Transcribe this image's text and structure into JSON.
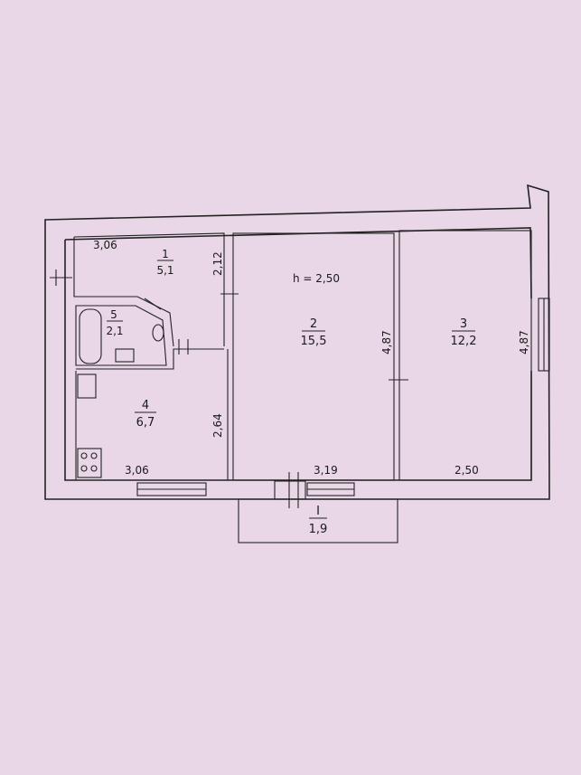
{
  "height_label": "h = 2,50",
  "rooms": [
    {
      "number": "1",
      "area": "5,1"
    },
    {
      "number": "2",
      "area": "15,5"
    },
    {
      "number": "3",
      "area": "12,2"
    },
    {
      "number": "4",
      "area": "6,7"
    },
    {
      "number": "5",
      "area": "2,1"
    },
    {
      "number": "I",
      "area": "1,9"
    }
  ],
  "dimensions": {
    "room1_width": "3,06",
    "room1_depth": "2,12",
    "room4_width": "3,06",
    "room4_depth": "2,64",
    "room2_width": "3,19",
    "room2_depth": "4,87",
    "room3_width": "2,50",
    "room3_depth": "4,87"
  }
}
